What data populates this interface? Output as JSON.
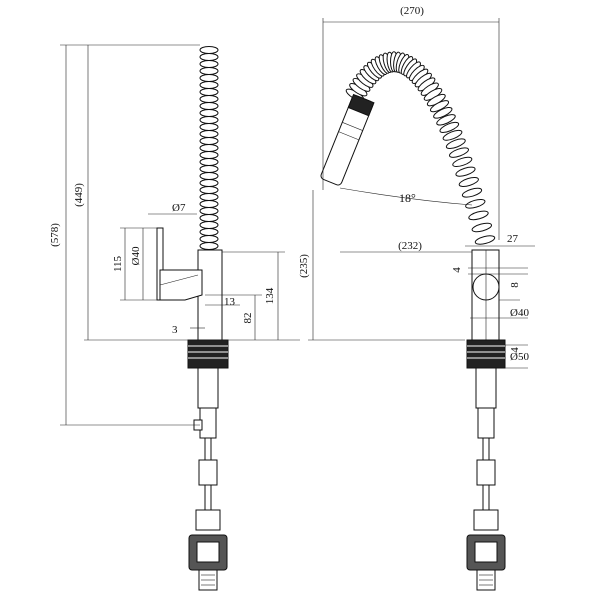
{
  "diagram": {
    "side_view": {
      "dimensions": {
        "total_height": "(578)",
        "spout_height": "(449)",
        "handle_height": "115",
        "handle_diameter": "Ø40",
        "lever_diameter": "Ø7",
        "body_height": "134",
        "outlet_height": "82",
        "offset": "13",
        "base_gap": "3"
      }
    },
    "front_view": {
      "dimensions": {
        "reach_width": "(270)",
        "spray_reach": "(232)",
        "spray_height": "(235)",
        "spray_angle": "18°",
        "hose_width": "27",
        "gap_top": "4",
        "collar_height": "8",
        "body_diameter": "Ø40",
        "gap_bottom": "4",
        "base_diameter": "Ø50"
      }
    }
  }
}
